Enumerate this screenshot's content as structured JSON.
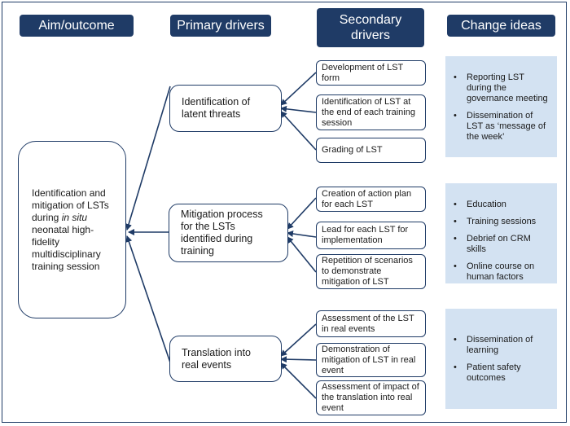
{
  "headers": {
    "aim": "Aim/outcome",
    "primary": "Primary drivers",
    "secondary": "Secondary drivers",
    "change": "Change ideas"
  },
  "aim": {
    "before": "Identification and mitigation of LSTs during ",
    "emphasis": "in situ",
    "after": " neonatal high-fidelity multidisciplinary training session"
  },
  "primary": [
    "Identification of latent threats",
    "Mitigation process for the LSTs identified during training",
    "Translation into real events"
  ],
  "secondary": [
    "Development of LST form",
    "Identification of LST at the end of each training session",
    "Grading of LST",
    "Creation of action plan for each LST",
    "Lead for each LST for implementation",
    "Repetition of scenarios to demonstrate mitigation of LST",
    "Assessment of the LST in real events",
    "Demonstration of mitigation of LST in real event",
    "Assessment of impact of the translation into real event"
  ],
  "change_ideas": [
    [
      "Reporting LST during the governance meeting",
      "Dissemination of LST as ‘message of the week’"
    ],
    [
      "Education",
      "Training sessions",
      "Debrief on CRM skills",
      "Online course on human factors"
    ],
    [
      "Dissemination of learning",
      "Patient safety outcomes"
    ]
  ],
  "colors": {
    "navy": "#1f3b66",
    "panel": "#d3e2f2"
  }
}
